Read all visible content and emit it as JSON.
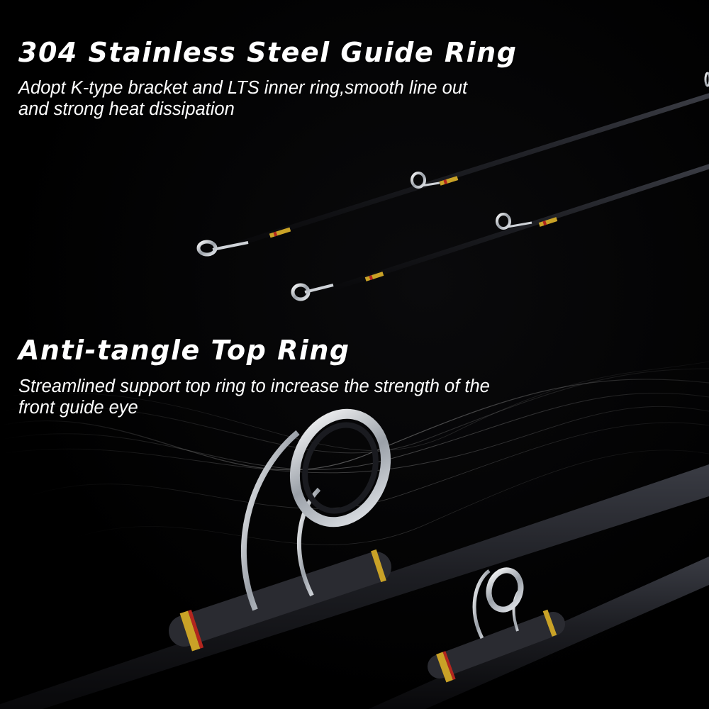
{
  "section1": {
    "title": "304 Stainless Steel Guide Ring",
    "description_line1": "Adopt K-type bracket and LTS inner ring,smooth line out",
    "description_line2": "and strong heat dissipation"
  },
  "section2": {
    "title": "Anti-tangle Top Ring",
    "description_line1": "Streamlined support top ring to increase the strength of the",
    "description_line2": "front guide eye"
  },
  "colors": {
    "background": "#000000",
    "text": "#ffffff",
    "rod_blank": "#1c1d22",
    "ring_silver": "#d9dde2",
    "wrap_red": "#b3261e",
    "wrap_gold": "#c9a227"
  }
}
